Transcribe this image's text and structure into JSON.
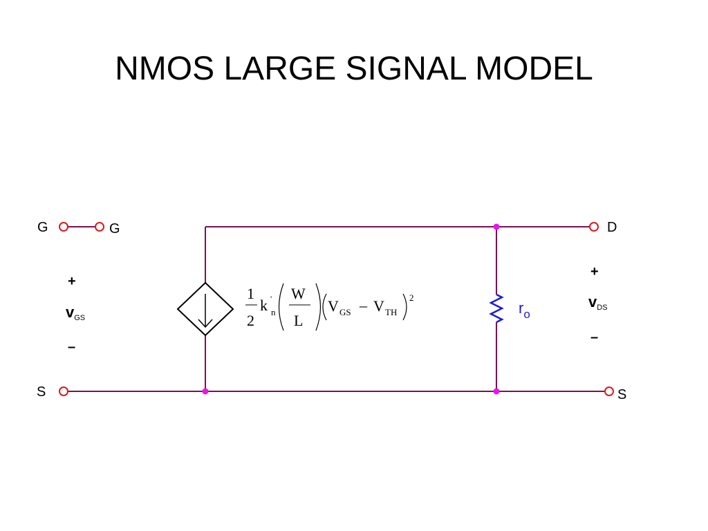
{
  "title": "NMOS LARGE SIGNAL MODEL",
  "colors": {
    "wire": "#7a1050",
    "terminal": "#e01818",
    "junction": "#ee10ee",
    "resistor": "#1a1add",
    "resistor_label": "#1a1add",
    "text": "#000000"
  },
  "terminals": {
    "gate_left": "G",
    "gate_right": "G",
    "drain": "D",
    "source_left": "S",
    "source_right": "S"
  },
  "vgs": {
    "plus": "+",
    "symbol": "v",
    "subscript": "GS",
    "minus": "–"
  },
  "vds": {
    "plus": "+",
    "symbol": "v",
    "subscript": "DS",
    "minus": "–"
  },
  "resistor": {
    "symbol": "r",
    "subscript": "o"
  },
  "current_source": {
    "icon": "dependent-current-source-down-arrow",
    "equation": {
      "frac_num": "1",
      "frac_den": "2",
      "k": "k",
      "k_sub": "n",
      "k_prime": "'",
      "w": "W",
      "l": "L",
      "vgs": "V",
      "vgs_sub": "GS",
      "minus": "–",
      "vth": "V",
      "vth_sub": "TH",
      "exponent": "2"
    }
  }
}
